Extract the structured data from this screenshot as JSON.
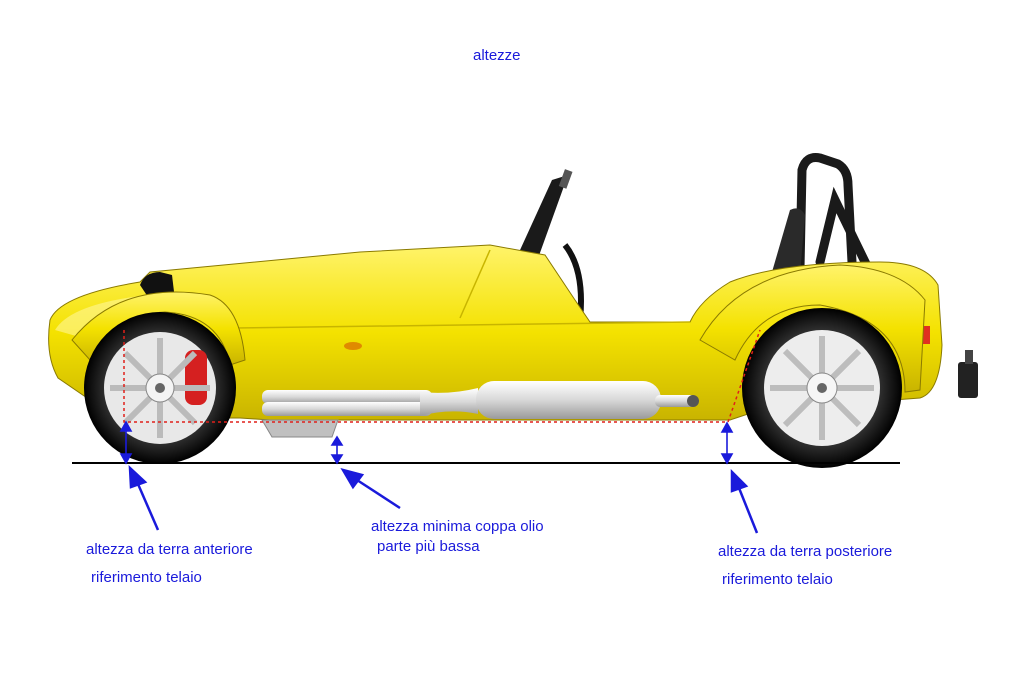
{
  "title": "altezze",
  "labels": {
    "front_line1": "altezza da terra anteriore",
    "front_line2": "riferimento telaio",
    "sump_line1": "altezza minima coppa olio",
    "sump_line2": "parte più bassa",
    "rear_line1": "altezza da terra posteriore",
    "rear_line2": "riferimento telaio"
  },
  "colors": {
    "label_text": "#1a1adb",
    "arrow": "#1a1adb",
    "body": "#f5e600",
    "reference_line": "#e0201a",
    "ground": "#000000"
  }
}
